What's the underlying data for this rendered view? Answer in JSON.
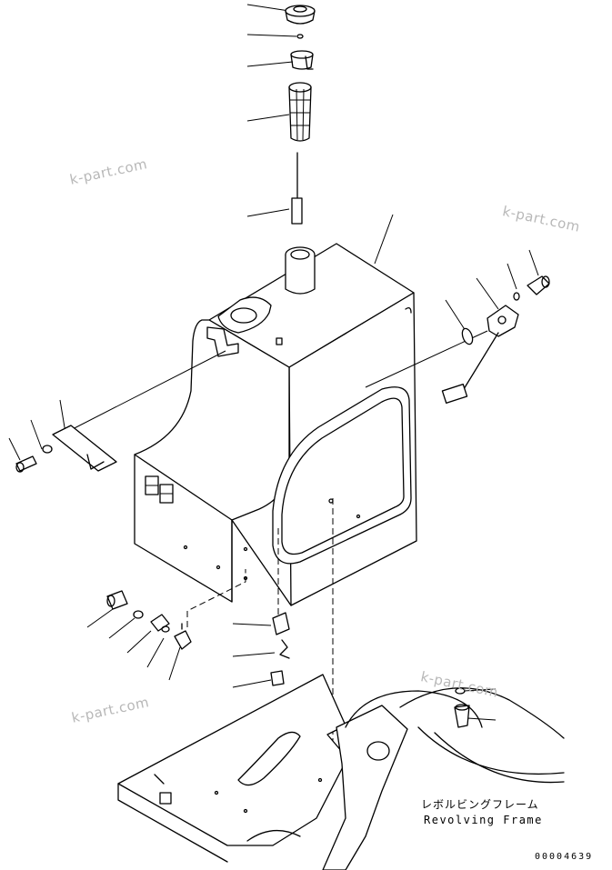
{
  "watermarks": [
    "k-part.com",
    "k-part.com",
    "k-part.com",
    "k-part.com"
  ],
  "frame_label": {
    "japanese": "レボルビングフレーム",
    "english": "Revolving Frame"
  },
  "document_number": "00004639"
}
